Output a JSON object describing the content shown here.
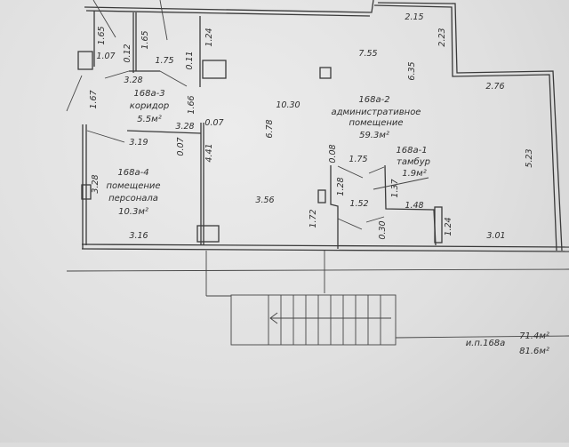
{
  "rooms": {
    "r1": {
      "id": "168а-1",
      "name": "тамбур",
      "area": "1.9м²"
    },
    "r2": {
      "id": "168а-2",
      "name1": "административное",
      "name2": "помещение",
      "area": "59.3м²"
    },
    "r3": {
      "id": "168а-3",
      "name": "коридор",
      "area": "5.5м²"
    },
    "r4": {
      "id": "168а-4",
      "name1": "помещение",
      "name2": "персонала",
      "area": "10.3м²"
    }
  },
  "dimensions": [
    "1.65",
    "1.65",
    "1.24",
    "1.07",
    "0.12",
    "1.75",
    "0.11",
    "3.28",
    "1.67",
    "1.66",
    "3.28",
    "0.07",
    "3.19",
    "0.07",
    "4.41",
    "3.28",
    "3.16",
    "10.30",
    "6.78",
    "3.56",
    "1.72",
    "2.15",
    "2.23",
    "7.55",
    "6.35",
    "2.76",
    "0.08",
    "1.75",
    "1.28",
    "1.52",
    "1.37",
    "1.48",
    "0.30",
    "1.24",
    "3.01",
    "5.23"
  ],
  "summary": {
    "label": "и.п.168а",
    "area1": "71.4м²",
    "area2": "81.6м²"
  }
}
